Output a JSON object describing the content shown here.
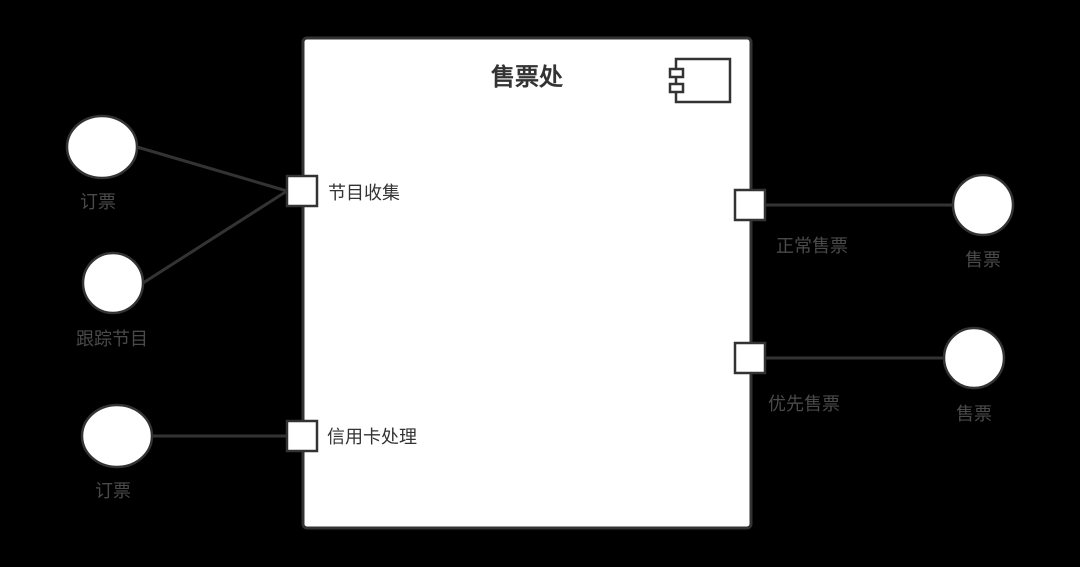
{
  "component": {
    "title": "售票处",
    "icon": "component-icon"
  },
  "ports": {
    "program_collection": "节目收集",
    "credit_card": "信用卡处理",
    "normal_sale": "正常售票",
    "priority_sale": "优先售票"
  },
  "interfaces": {
    "order_top": "订票",
    "track_program": "跟踪节目",
    "order_bottom": "订票",
    "sale_top": "售票",
    "sale_bottom": "售票"
  },
  "colors": {
    "background": "#000000",
    "component_fill": "#ffffff",
    "stroke": "#333333"
  }
}
